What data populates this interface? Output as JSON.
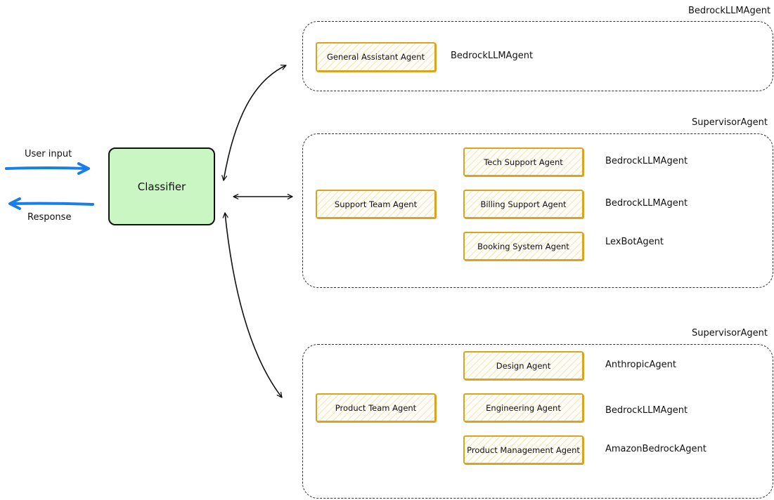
{
  "io": {
    "user_input": "User input",
    "response": "Response"
  },
  "classifier": {
    "label": "Classifier"
  },
  "groups": [
    {
      "type_label": "BedrockLLMAgent",
      "lead": {
        "label": "General Assistant Agent",
        "type": "BedrockLLMAgent"
      }
    },
    {
      "type_label": "SupervisorAgent",
      "lead": {
        "label": "Support Team Agent"
      },
      "members": [
        {
          "label": "Tech Support Agent",
          "type": "BedrockLLMAgent"
        },
        {
          "label": "Billing Support Agent",
          "type": "BedrockLLMAgent"
        },
        {
          "label": "Booking System Agent",
          "type": "LexBotAgent"
        }
      ]
    },
    {
      "type_label": "SupervisorAgent",
      "lead": {
        "label": "Product Team Agent"
      },
      "members": [
        {
          "label": "Design Agent",
          "type": "AnthropicAgent"
        },
        {
          "label": "Engineering Agent",
          "type": "BedrockLLMAgent"
        },
        {
          "label": "Product Management Agent",
          "type": "AmazonBedrockAgent"
        }
      ]
    }
  ],
  "colors": {
    "io_arrow": "#1a7ee8",
    "classifier_fill": "#c9f6c2",
    "agent_border": "#d9a520"
  }
}
